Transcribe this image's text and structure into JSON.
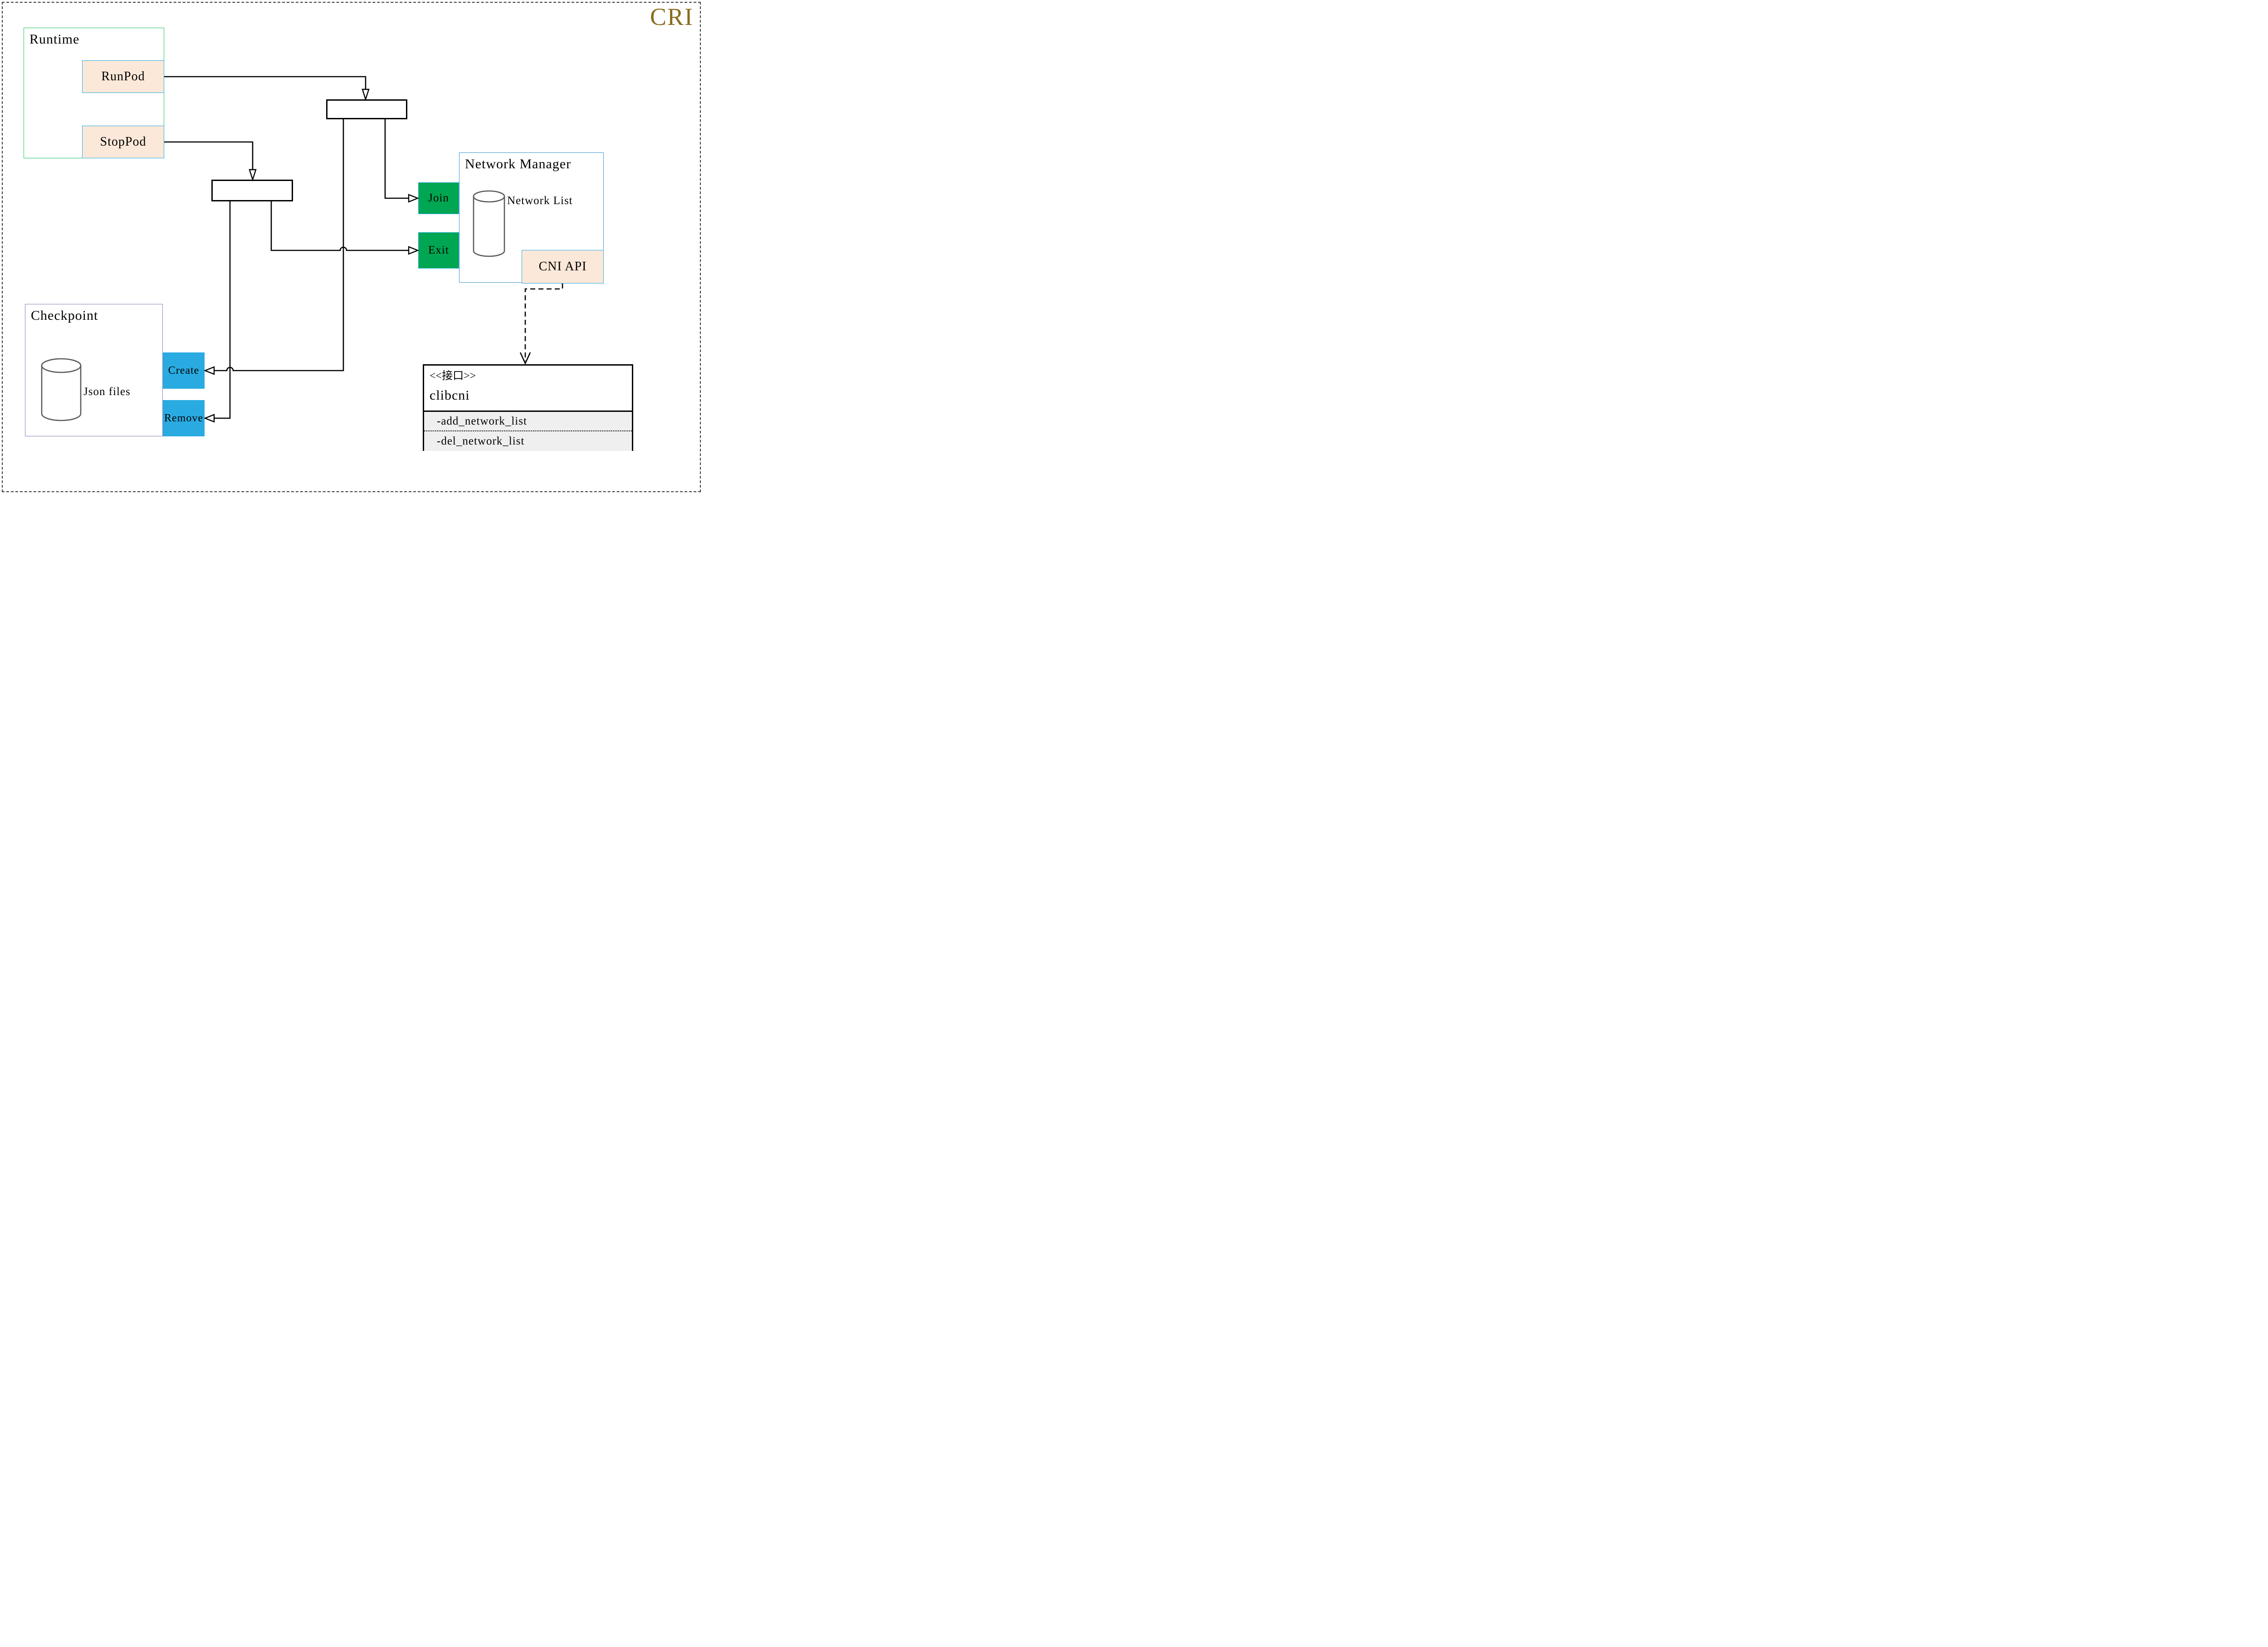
{
  "diagram_title": "CRI",
  "colors": {
    "cri_title": "#8a6d1c",
    "runtime_border": "#21c25e",
    "network_manager_border": "#3e97d4",
    "checkpoint_border": "#8f7bb5",
    "peach_fill": "#fce8d8",
    "blue_border": "#29abe2",
    "green_fill": "#00a651",
    "cyan_fill": "#29abe2",
    "uml_methods_bg": "#efefef"
  },
  "runtime": {
    "label": "Runtime",
    "runpod_label": "RunPod",
    "stoppod_label": "StopPod"
  },
  "network_manager": {
    "label": "Network Manager",
    "database_label": "Network List",
    "database_icon": "cylinder-database-icon",
    "join_label": "Join",
    "exit_label": "Exit",
    "cni_api_label": "CNI API"
  },
  "checkpoint": {
    "label": "Checkpoint",
    "database_label": "Json files",
    "database_icon": "cylinder-database-icon",
    "create_label": "Create",
    "remove_label": "Remove"
  },
  "clibcni_interface": {
    "stereotype": "<<接口>>",
    "name": "clibcni",
    "methods": [
      "-add_network_list",
      "-del_network_list"
    ]
  }
}
